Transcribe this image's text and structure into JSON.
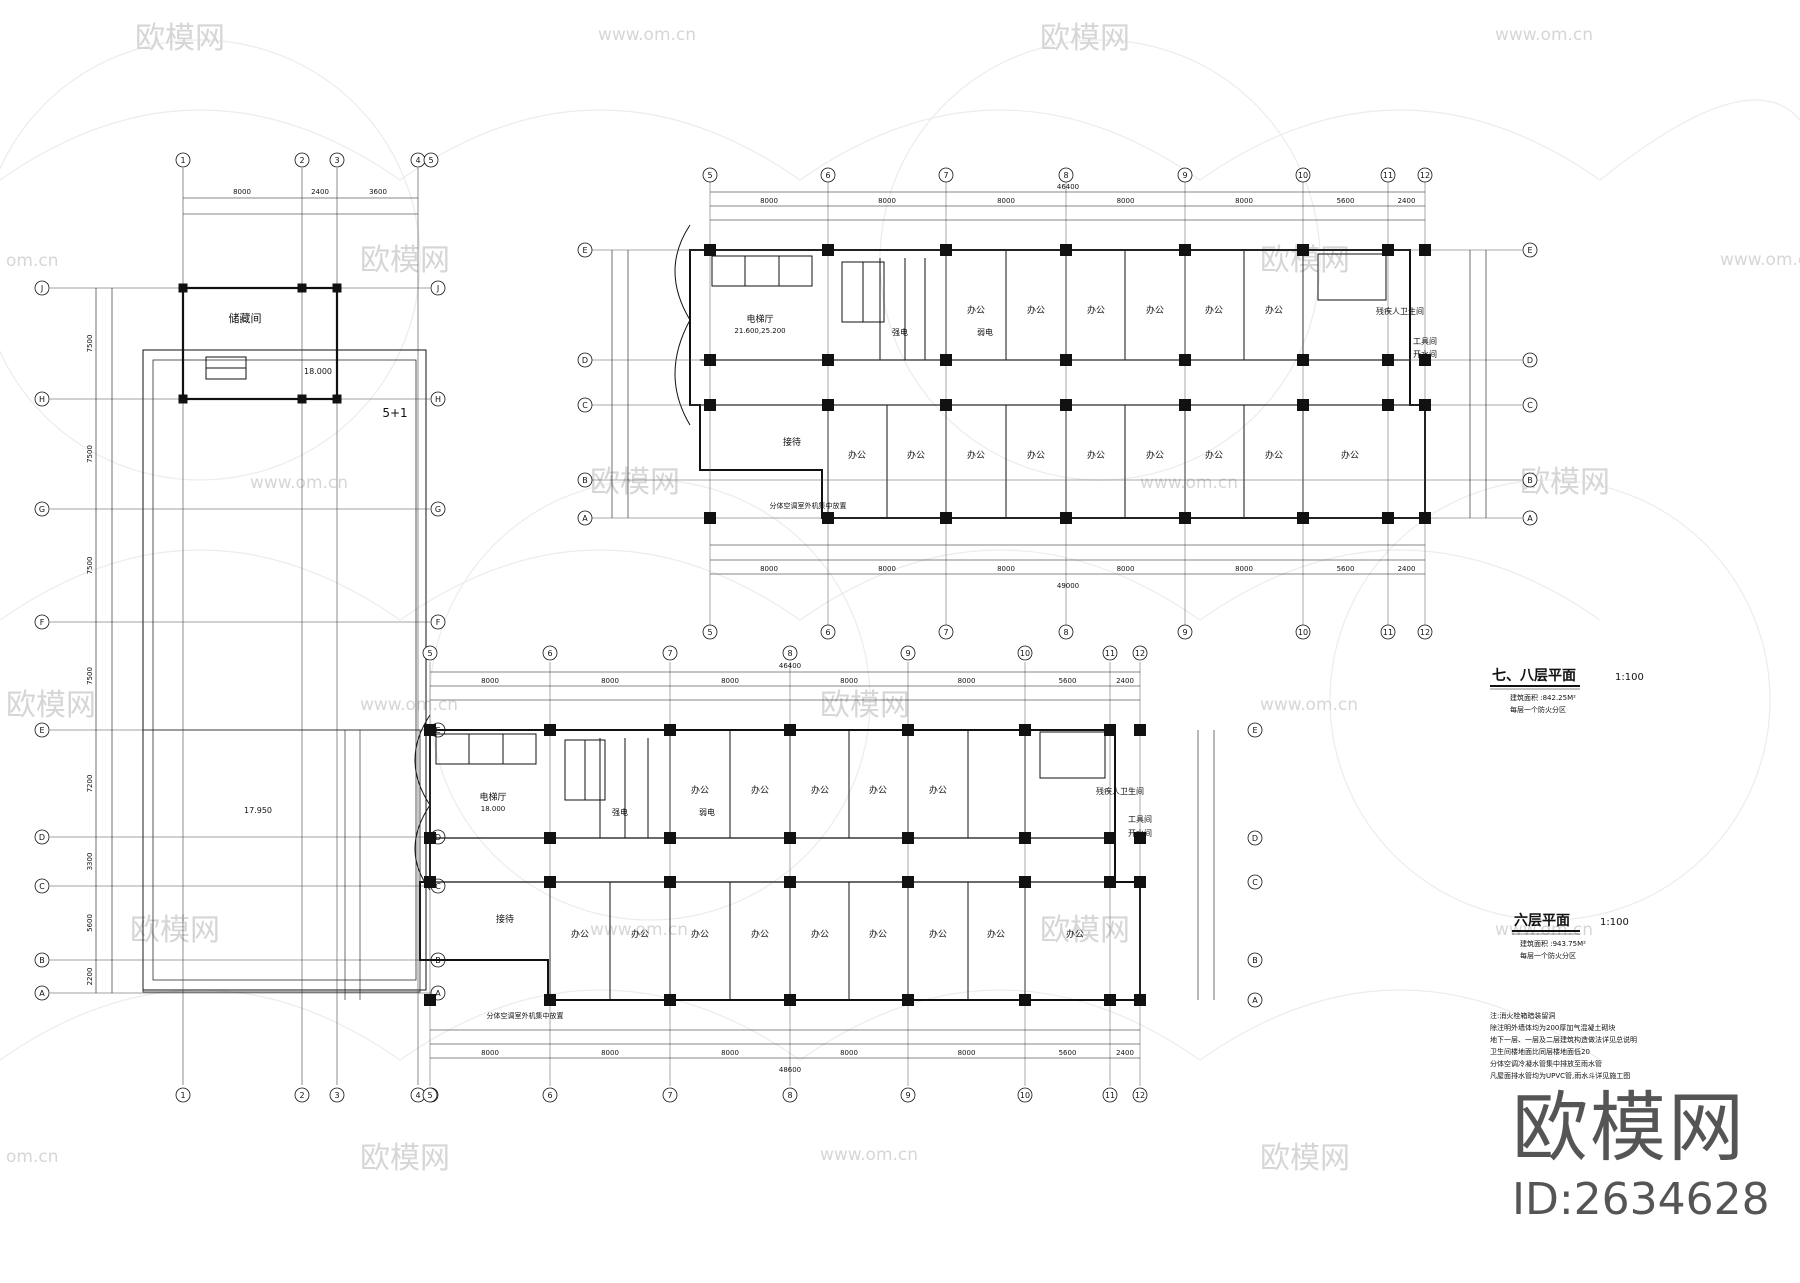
{
  "watermark": {
    "brand": "欧模网",
    "url": "www.om.cn",
    "url_short": "om.cn",
    "id": "ID:2634628"
  },
  "upper_plan": {
    "title": "七、八层平面",
    "scale": "1:100",
    "area": "建筑面积 :842.25M²",
    "fire_zone": "每层一个防火分区",
    "top_axes": [
      "5",
      "6",
      "7",
      "8",
      "9",
      "10",
      "11",
      "12"
    ],
    "side_axes": [
      "E",
      "D",
      "C",
      "B",
      "A"
    ],
    "overall_width": "46400",
    "overall_width_bottom": "49000",
    "bay_dims": [
      "8000",
      "8000",
      "8000",
      "8000",
      "8000",
      "5600",
      "2400"
    ],
    "rooms": {
      "elevator_hall": "电梯厅",
      "elevation": "21.600,25.200",
      "strong_power": "强电",
      "weak_power": "弱电",
      "office": "办公",
      "reception": "接待",
      "disabled_wc": "残疾人卫生间",
      "tool_room": "工具间",
      "water_room": "开水间"
    },
    "note": "分体空调室外机集中放置"
  },
  "lower_plan": {
    "title": "六层平面",
    "scale": "1:100",
    "area": "建筑面积 :943.75M²",
    "fire_zone": "每层一个防火分区",
    "top_axes": [
      "5",
      "6",
      "7",
      "8",
      "9",
      "10",
      "11",
      "12"
    ],
    "overall_width": "46400",
    "overall_width_bottom": "48600",
    "elevation": "18.000",
    "roof_elevation": "17.950",
    "note": "分体空调室外机集中放置"
  },
  "left_plan": {
    "room": "储藏间",
    "elevation": "18.000",
    "tag": "5+1",
    "top_axes": [
      "1",
      "2",
      "3",
      "4",
      "5"
    ],
    "side_axes": [
      "J",
      "H",
      "G",
      "F",
      "E",
      "D",
      "C",
      "B",
      "A"
    ],
    "dims_top": [
      "8000",
      "2400",
      "3600"
    ],
    "dims_side": [
      "7500",
      "7500",
      "7500",
      "7500",
      "7200",
      "3300",
      "5600",
      "2200"
    ]
  },
  "notes": {
    "lines": [
      "注:消火栓箱暗装留洞",
      "除注明外墙体均为200厚加气混凝土砌块",
      "地下一层、一层及二层建筑构造做法详见总说明",
      "卫生间楼地面比同层楼地面低20",
      "分体空调冷凝水管集中排放至雨水管",
      "凡屋面排水管均为UPVC管,雨水斗详见施工图"
    ]
  }
}
